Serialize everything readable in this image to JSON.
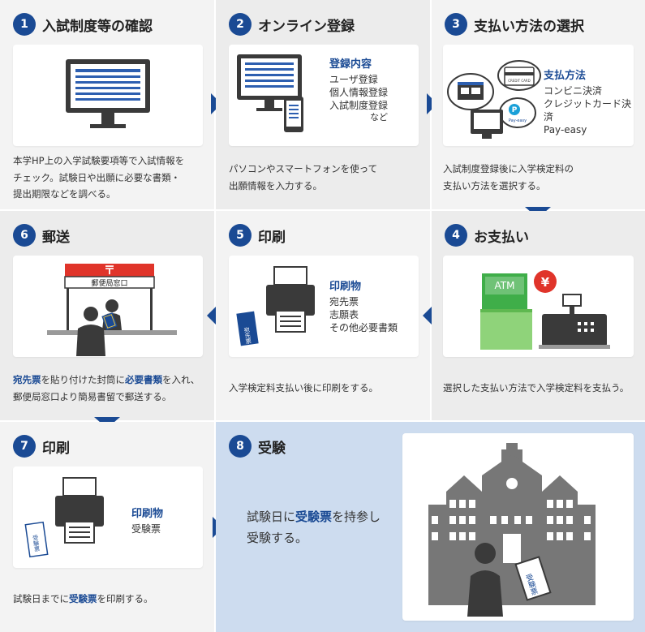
{
  "steps": [
    {
      "num": "1",
      "title": "入試制度等の確認",
      "desc1": "本学HP上の入学試験要項等で入試情報を",
      "desc2": "チェック。試験日や出願に必要な書類・",
      "desc3": "提出期限などを調べる。"
    },
    {
      "num": "2",
      "title": "オンライン登録",
      "info_title": "登録内容",
      "info1": "ユーザ登録",
      "info2": "個人情報登録",
      "info3": "入試制度登録",
      "info4": "など",
      "desc1": "パソコンやスマートフォンを使って",
      "desc2": "出願情報を入力する。"
    },
    {
      "num": "3",
      "title": "支払い方法の選択",
      "info_title": "支払方法",
      "info1": "コンビニ決済",
      "info2": "クレジットカード決済",
      "info3": "Pay-easy",
      "card_label": "CREDIT CARD",
      "payeasy_label": "Pay-easy",
      "desc1": "入試制度登録後に入学検定料の",
      "desc2": "支払い方法を選択する。"
    },
    {
      "num": "4",
      "title": "お支払い",
      "atm_label": "ATM",
      "yen": "¥",
      "desc1": "選択した支払い方法で入学検定料を支払う。"
    },
    {
      "num": "5",
      "title": "印刷",
      "info_title": "印刷物",
      "info1": "宛先票",
      "info2": "志願表",
      "info3": "その他必要書類",
      "doc_label": "宛先票",
      "desc1": "入学検定料支払い後に印刷をする。"
    },
    {
      "num": "6",
      "title": "郵送",
      "post_mark": "〒",
      "post_sign": "郵便局窓口",
      "desc_b1": "宛先票",
      "desc_t1": "を貼り付けた封筒に",
      "desc_b2": "必要書類",
      "desc_t2": "を入れ、",
      "desc2": "郵便局窓口より簡易書留で郵送する。"
    },
    {
      "num": "7",
      "title": "印刷",
      "info_title": "印刷物",
      "info1": "受験票",
      "doc_label": "受験票",
      "desc_t1": "試験日までに",
      "desc_b1": "受験票",
      "desc_t2": "を印刷する。"
    },
    {
      "num": "8",
      "title": "受験",
      "text_t1": "試験日に",
      "text_b1": "受験票",
      "text_t2": "を持参し",
      "text2": "受験する。",
      "doc_label": "受験票"
    }
  ]
}
